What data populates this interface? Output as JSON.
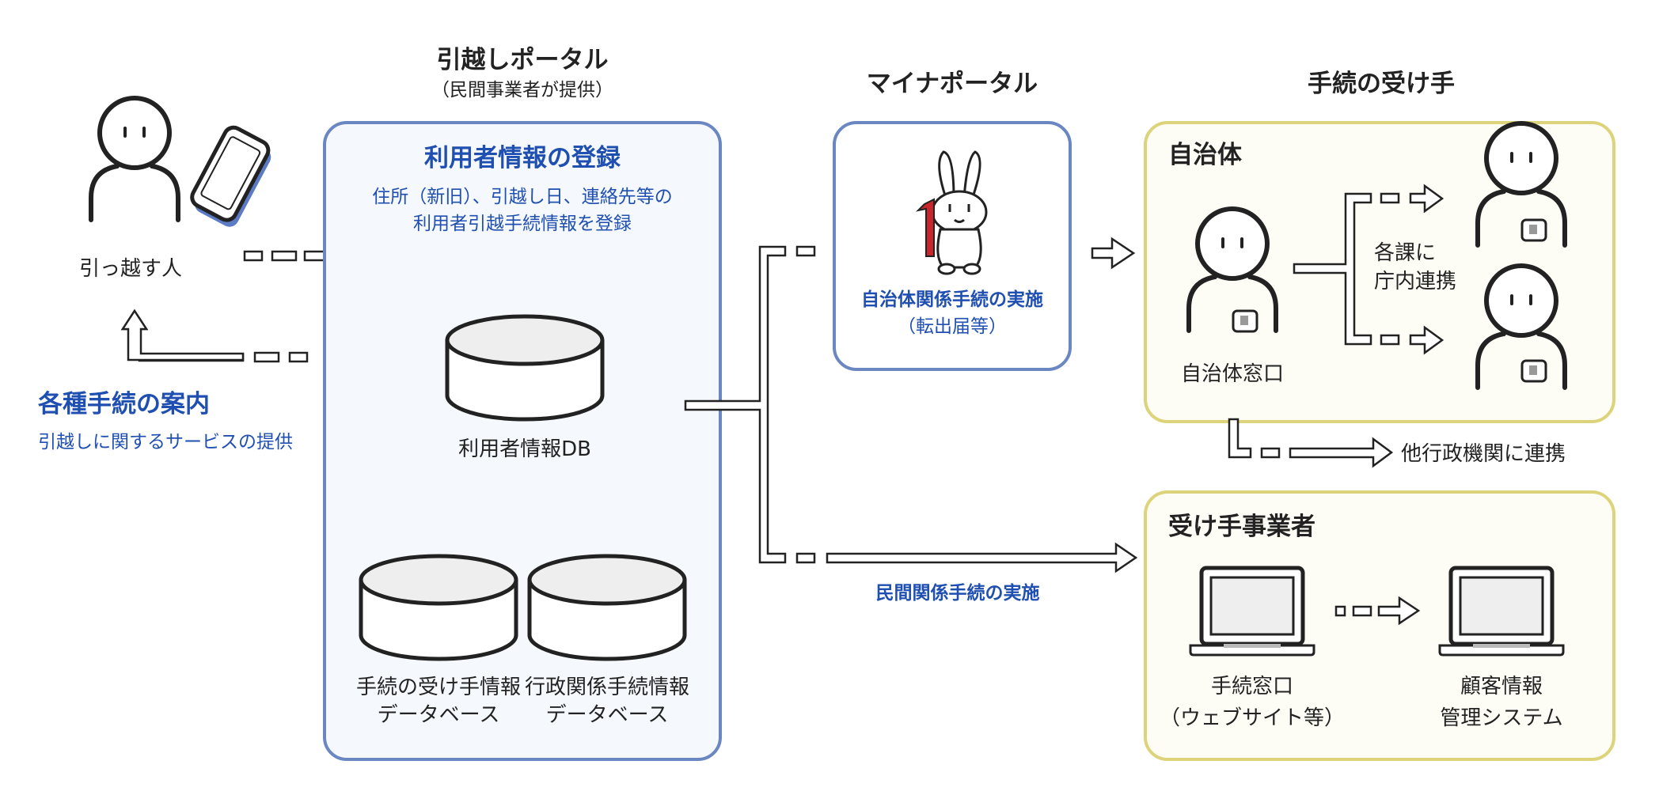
{
  "colors": {
    "portal_border": "#6a87c2",
    "portal_fill": "#f5f8fd",
    "receiver_border": "#dcd37a",
    "receiver_fill": "#fdfdf6",
    "accent_blue": "#1f4fb0",
    "mascot_red": "#c8262c"
  },
  "mover": {
    "label": "引っ越す人",
    "icons": [
      "person-icon",
      "smartphone-icon"
    ]
  },
  "guidance": {
    "title": "各種手続の案内",
    "desc": "引越しに関するサービスの提供"
  },
  "moving_portal": {
    "title": "引越しポータル",
    "subtitle": "（民間事業者が提供）",
    "heading": "利用者情報の登録",
    "desc_line1": "住所（新旧）、引越し日、連絡先等の",
    "desc_line2": "利用者引越手続情報を登録",
    "db_user": "利用者情報DB",
    "db_receiver_line1": "手続の受け手情報",
    "db_receiver_line2": "データベース",
    "db_admin_line1": "行政関係手続情報",
    "db_admin_line2": "データベース"
  },
  "myna_portal": {
    "title": "マイナポータル",
    "mascot": "rabbit-mascot-icon",
    "caption_line1": "自治体関係手続の実施",
    "caption_line2": "（転出届等）"
  },
  "private_procedure": "民間関係手続の実施",
  "receivers": {
    "title": "手続の受け手",
    "municipality": {
      "heading": "自治体",
      "counter_label": "自治体窓口",
      "link_line1": "各課に",
      "link_line2": "庁内連携"
    },
    "other_agencies": "他行政機関に連携",
    "business": {
      "heading": "受け手事業者",
      "window_line1": "手続窓口",
      "window_line2": "（ウェブサイト等）",
      "crm_line1": "顧客情報",
      "crm_line2": "管理システム"
    }
  }
}
